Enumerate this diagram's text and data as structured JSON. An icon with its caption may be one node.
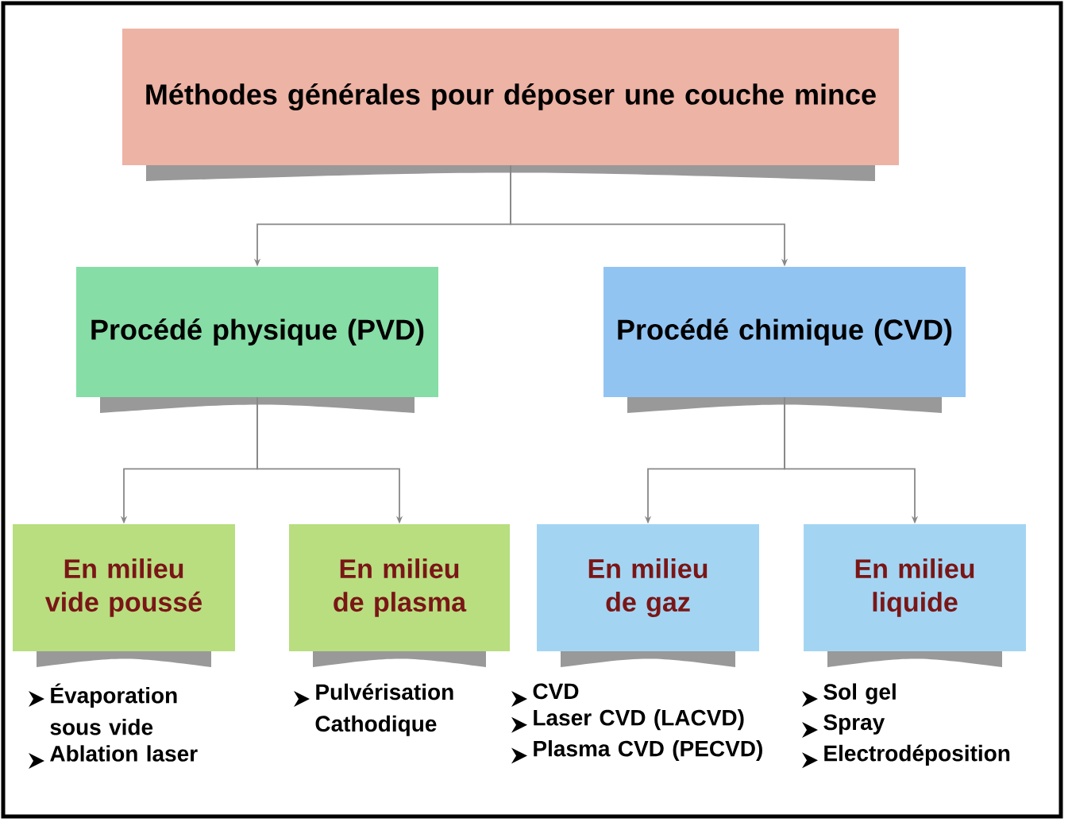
{
  "diagram": {
    "nodes": [
      {
        "text": [
          "Méthodes générales pour déposer une couche mince"
        ]
      },
      {
        "text": [
          "Procédé physique (PVD)"
        ]
      },
      {
        "text": [
          "Procédé chimique (CVD)"
        ]
      },
      {
        "text": [
          "En milieu vide poussé"
        ],
        "beside": [
          "Évaporation sous vide",
          "Ablation laser"
        ]
      },
      {
        "text": [
          "En milieu de plasma"
        ],
        "beside": [
          "Pulvérisation Cathodique"
        ]
      },
      {
        "text": [
          "En milieu de gaz"
        ],
        "beside": [
          "CVD",
          "Laser CVD (LACVD)",
          "Plasma CVD (PECVD)"
        ]
      },
      {
        "text": [
          "En milieu liquide"
        ],
        "beside": [
          "Sol gel",
          "Spray",
          "Electrodéposition"
        ]
      }
    ],
    "edges": [
      {
        "from": 0,
        "to": 1,
        "arrow": "to"
      },
      {
        "from": 0,
        "to": 2,
        "arrow": "to"
      },
      {
        "from": 1,
        "to": 3,
        "arrow": "to"
      },
      {
        "from": 1,
        "to": 4,
        "arrow": "to"
      },
      {
        "from": 2,
        "to": 5,
        "arrow": "to"
      },
      {
        "from": 2,
        "to": 6,
        "arrow": "to"
      }
    ]
  }
}
